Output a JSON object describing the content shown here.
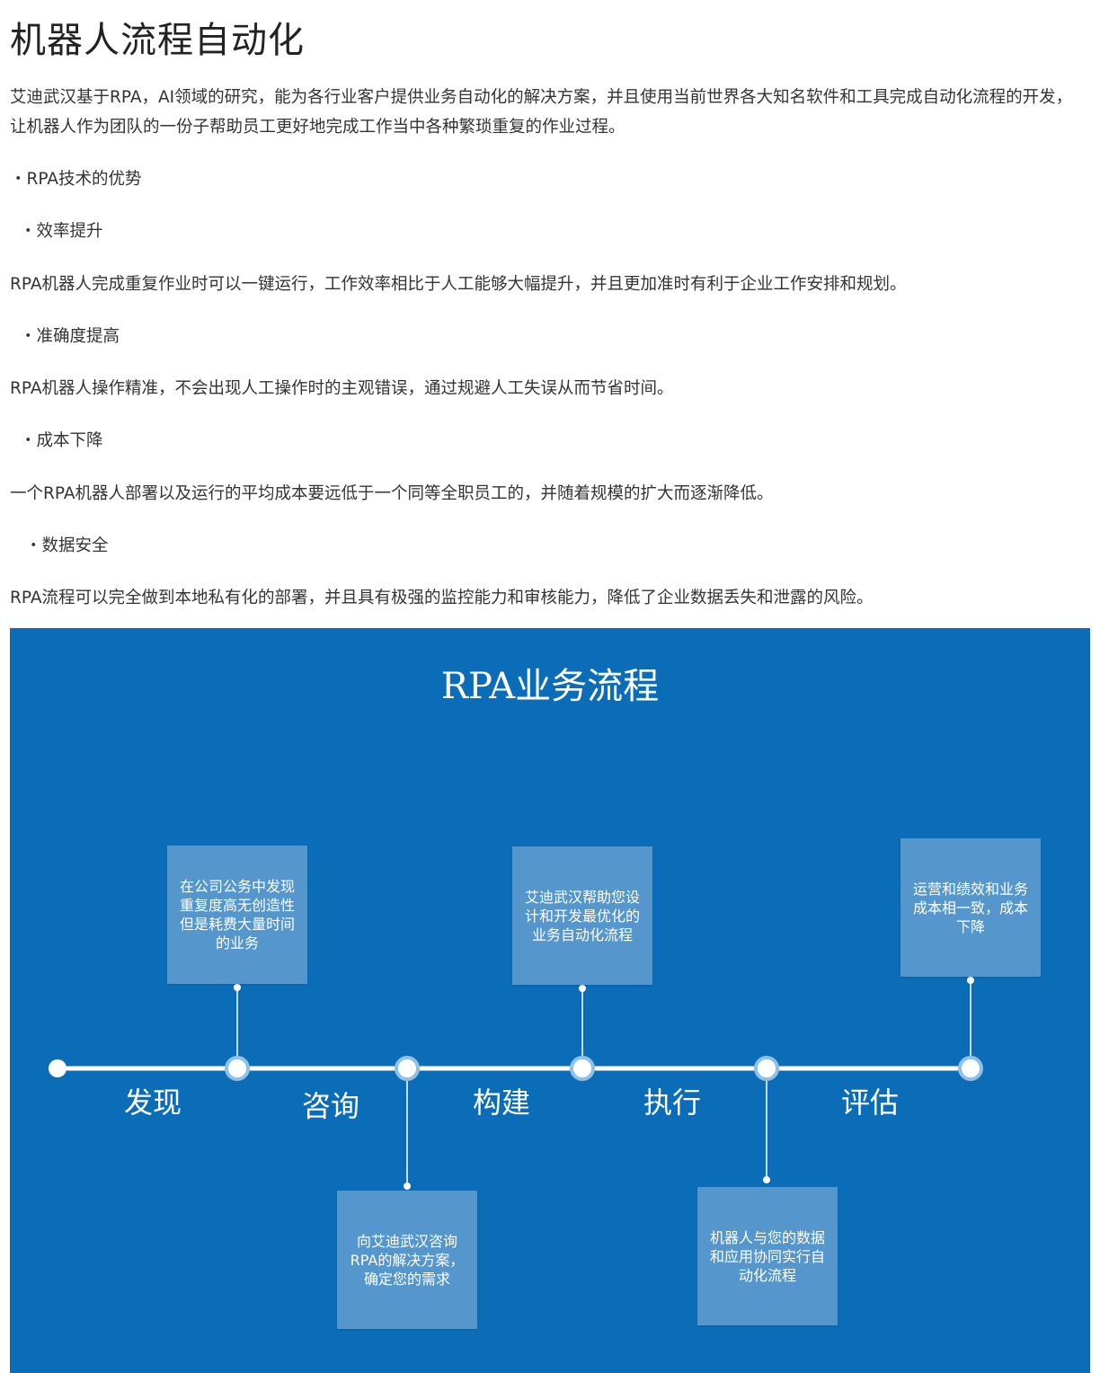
{
  "page": {
    "title": "机器人流程自动化",
    "intro": "艾迪武汉基于RPA，AI领域的研究，能为各行业客户提供业务自动化的解决方案，并且使用当前世界各大知名软件和工具完成自动化流程的开发，让机器人作为团队的一份子帮助员工更好地完成工作当中各种繁琐重复的作业过程。",
    "advantages_heading": "・RPA技术的优势",
    "sections": [
      {
        "heading": "・效率提升",
        "text": "RPA机器人完成重复作业时可以一键运行，工作效率相比于人工能够大幅提升，并且更加准时有利于企业工作安排和规划。"
      },
      {
        "heading": "・准确度提高",
        "text": "RPA机器人操作精准，不会出现人工操作时的主观错误，通过规避人工失误从而节省时间。"
      },
      {
        "heading": "・成本下降",
        "text": "一个RPA机器人部署以及运行的平均成本要远低于一个同等全职员工的，并随着规模的扩大而逐渐降低。"
      },
      {
        "heading": "・数据安全",
        "text": "RPA流程可以完全做到本地私有化的部署，并且具有极强的监控能力和审核能力，降低了企业数据丢失和泄露的风险。"
      }
    ]
  },
  "diagram": {
    "title": "RPA业务流程",
    "colors": {
      "background": "#0b6db8",
      "card": "#5597cc",
      "line": "#ffffff"
    },
    "stages": [
      "发现",
      "咨询",
      "构建",
      "执行",
      "评估"
    ],
    "cards": [
      "在公司公务中发现重复度高无创造性但是耗费大量时间的业务",
      "向艾迪武汉咨询RPA的解决方案，确定您的需求",
      "艾迪武汉帮助您设计和开发最优化的业务自动化流程",
      "机器人与您的数据和应用协同实行自动化流程",
      "运营和绩效和业务成本相一致，成本下降"
    ]
  }
}
